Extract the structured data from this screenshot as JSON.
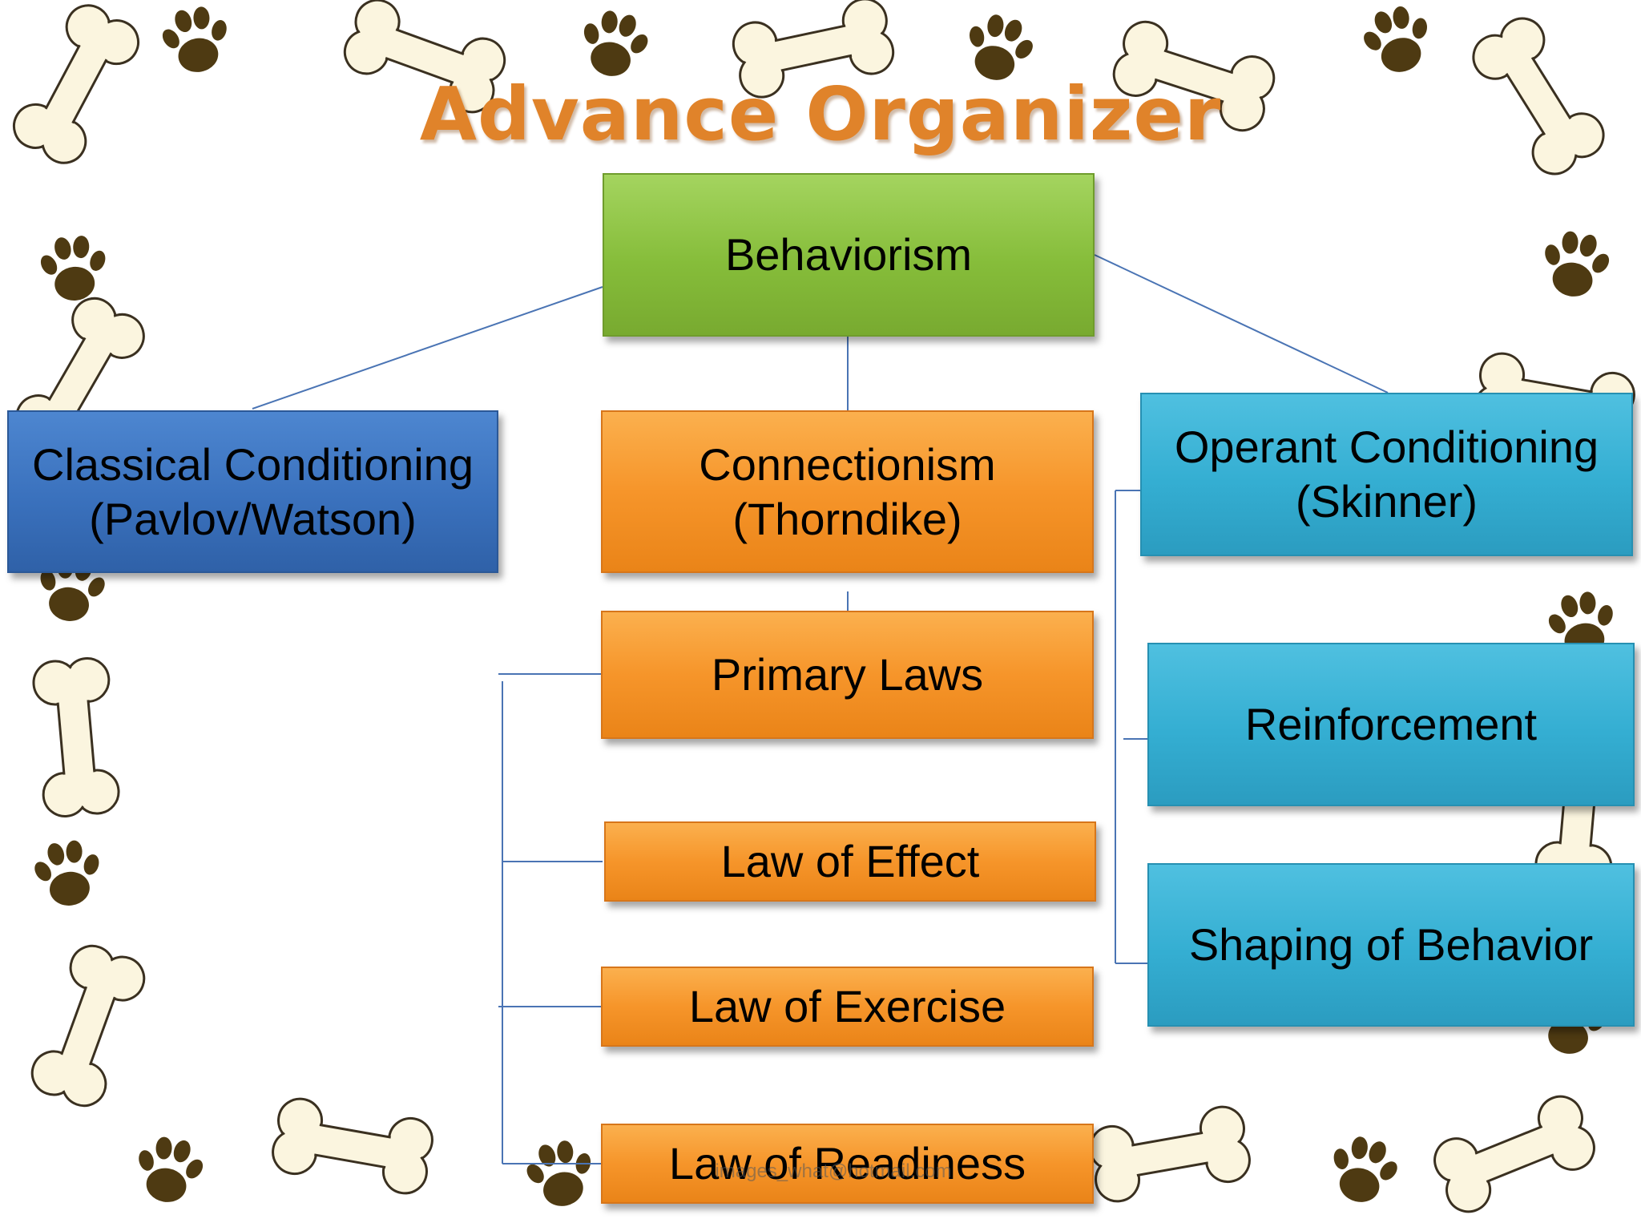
{
  "title": "Advance Organizer",
  "nodes": {
    "root": "Behaviorism",
    "classical": [
      "Classical Conditioning",
      "(Pavlov/Watson)"
    ],
    "connectionism": [
      "Connectionism",
      "(Thorndike)"
    ],
    "operant": [
      "Operant Conditioning",
      "(Skinner)"
    ],
    "primary_laws": "Primary Laws",
    "law_effect": "Law of Effect",
    "law_exercise": "Law of Exercise",
    "law_readiness": "Law of Readiness",
    "reinforcement": "Reinforcement",
    "shaping": "Shaping of Behavior"
  },
  "footer_note": "images_what@hotmail.com",
  "colors": {
    "title": "#e0832a",
    "root": "#86bd3a",
    "classical": "#3a71bd",
    "connectionism_branch": "#f6952a",
    "operant_branch": "#34aed2",
    "connector": "#4a74b4",
    "bone_fill": "#fbf5df",
    "bone_outline": "#3a3020",
    "paw": "#4e3a12"
  },
  "icons": {
    "border_bone": "dog-bone-icon",
    "border_paw": "paw-print-icon"
  }
}
